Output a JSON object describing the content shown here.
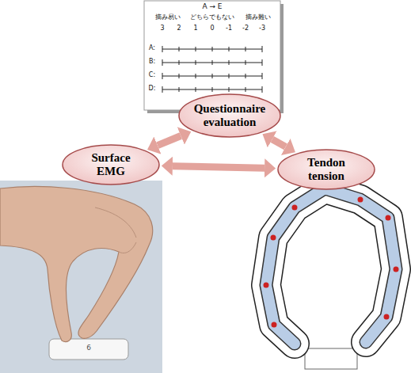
{
  "diagram": {
    "nodes": [
      {
        "text": [
          "Questionnaire evaluation"
        ]
      },
      {
        "text": [
          "Surface EMG"
        ]
      },
      {
        "text": [
          "Tendon tension"
        ]
      }
    ],
    "edges": [
      {
        "from": 0,
        "to": 1,
        "arrow": "both"
      },
      {
        "from": 0,
        "to": 2,
        "arrow": "both"
      },
      {
        "from": 1,
        "to": 2,
        "arrow": "both"
      }
    ],
    "labels": [
      "A → E",
      "摘み易い",
      "どちらでもない",
      "摘み難い",
      "3",
      "2",
      "1",
      "0",
      "-1",
      "-2",
      "-3",
      "A:",
      "B:",
      "C:",
      "D:",
      "6"
    ]
  }
}
